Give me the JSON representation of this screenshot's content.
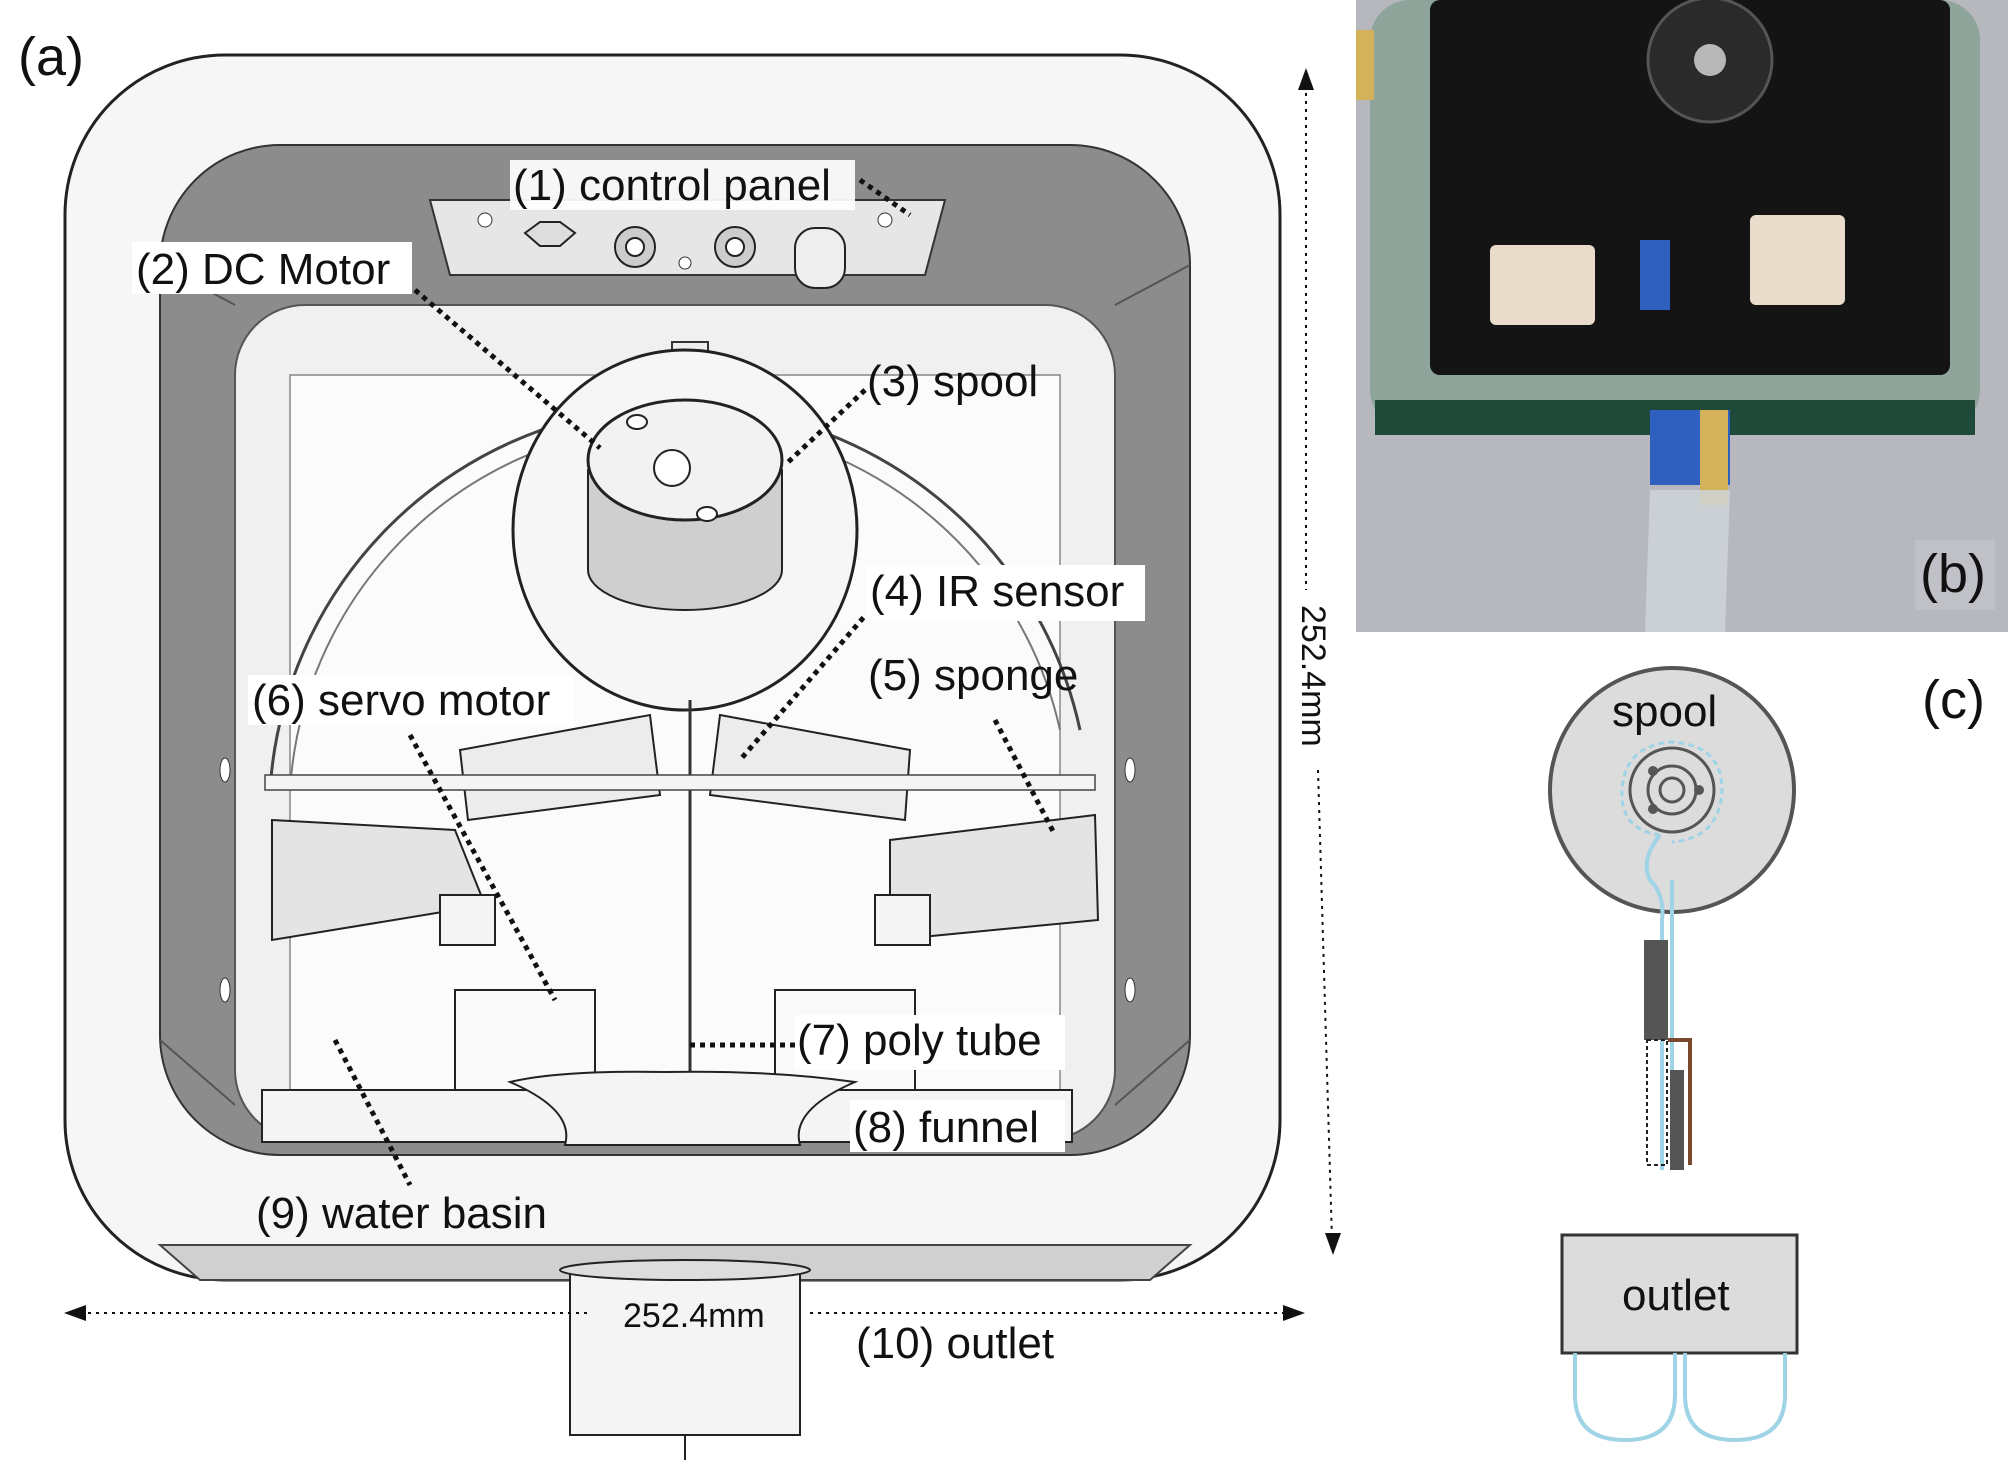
{
  "panels": {
    "a": "(a)",
    "b": "(b)",
    "c": "(c)"
  },
  "callouts": {
    "control_panel": "(1) control panel",
    "dc_motor": "(2) DC Motor",
    "spool": "(3) spool",
    "ir_sensor": "(4) IR sensor",
    "sponge": "(5) sponge",
    "servo_motor": "(6) servo motor",
    "poly_tube": "(7) poly tube",
    "funnel": "(8) funnel",
    "water_basin": "(9) water basin",
    "outlet": "(10) outlet"
  },
  "dimensions": {
    "width": "252.4mm",
    "height": "252.4mm"
  },
  "schematic": {
    "spool": "spool",
    "outlet": "outlet"
  },
  "colors": {
    "housing_dark": "#8c8c8c",
    "housing_light": "#f4f4f4",
    "tube_blue": "#9fd3e6",
    "photo_green": "#1f4a3a",
    "photo_rim": "#8fa49a"
  }
}
